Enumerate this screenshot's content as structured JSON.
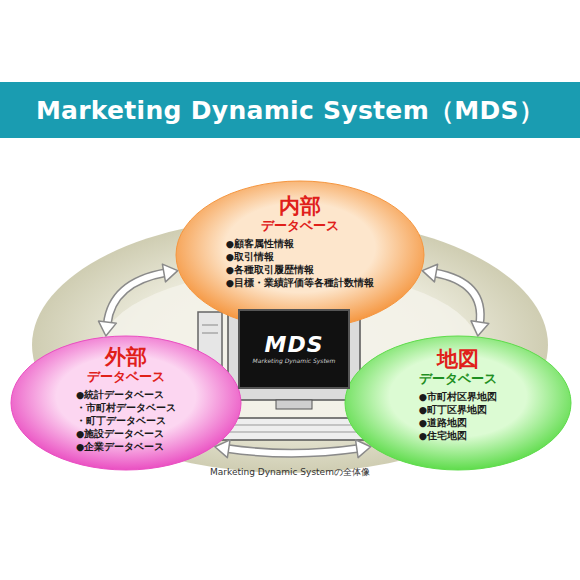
{
  "diagram": {
    "title": "Marketing Dynamic System（MDS）",
    "caption": "Marketing Dynamic Systemの全体像",
    "nodes": [
      {
        "text": [
          "内部",
          "データベース",
          "●顧客属性情報",
          "●取引情報",
          "●各種取引履歴情報",
          "●目標・業績評価等各種計数情報"
        ]
      },
      {
        "text": [
          "外部",
          "データベース",
          "●統計データベース",
          "・市町村データベース",
          "・町丁データベース",
          "●施設データベース",
          "●企業データベース"
        ]
      },
      {
        "text": [
          "地図",
          "データベース",
          "●市町村区界地図",
          "●町丁区界地図",
          "●道路地図",
          "●住宅地図"
        ]
      },
      {
        "text": [
          "MDS",
          "Marketing Dynamic System"
        ]
      }
    ],
    "edges": [
      {
        "from": 0,
        "to": 1,
        "arrow": "both"
      },
      {
        "from": 0,
        "to": 2,
        "arrow": "both"
      },
      {
        "from": 1,
        "to": 2,
        "arrow": "both"
      }
    ]
  }
}
